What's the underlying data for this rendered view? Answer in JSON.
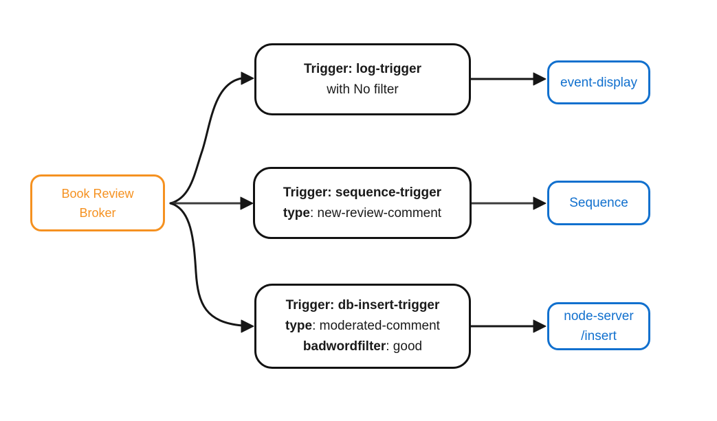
{
  "colors": {
    "accent-orange": "#F59120",
    "accent-blue": "#1170CE",
    "edge-black": "#161616",
    "edge-gray": "#3b3b3b",
    "node-border-dark": "#121212",
    "background": "#ffffff"
  },
  "diagram": {
    "broker": {
      "lines": [
        "Book Review",
        "Broker"
      ]
    },
    "triggers": [
      {
        "title": "Trigger: log-trigger",
        "line2_bold": "",
        "line2_text": "with No filter"
      },
      {
        "title": "Trigger: sequence-trigger",
        "line2_bold": "type",
        "line2_text": ": new-review-comment"
      },
      {
        "title": "Trigger: db-insert-trigger",
        "line2_bold": "type",
        "line2_text": ": moderated-comment",
        "line3_bold": "badwordfilter",
        "line3_text": ": good"
      }
    ],
    "destinations": [
      {
        "lines": [
          "event-display"
        ]
      },
      {
        "lines": [
          "Sequence"
        ]
      },
      {
        "lines": [
          "node-server",
          "/insert"
        ]
      }
    ]
  }
}
